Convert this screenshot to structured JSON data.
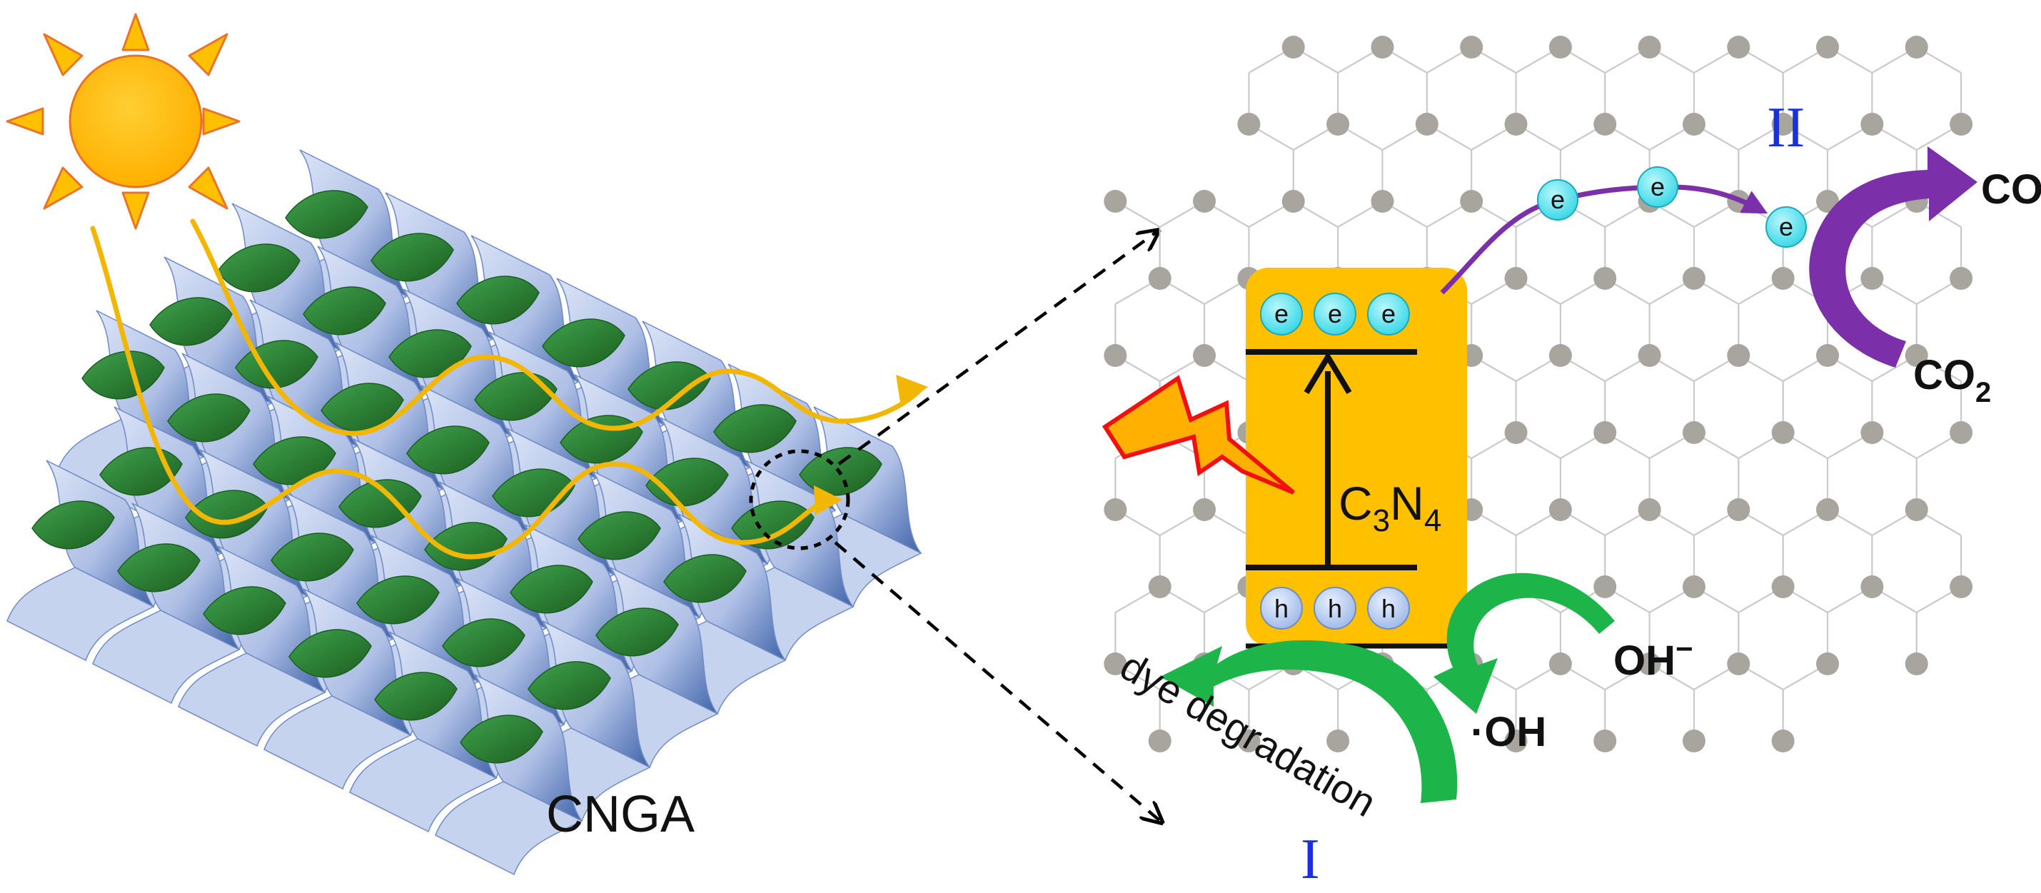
{
  "labels": {
    "cnga": "CNGA",
    "c3n4_c": "C",
    "c3n4_sub3": "3",
    "c3n4_n": "N",
    "c3n4_sub4": "4",
    "electron": "e",
    "hole": "h",
    "co": "CO",
    "co2_main": "CO",
    "co2_sub": "2",
    "oh_minus_main": "OH",
    "oh_minus_sup": "−",
    "oh_radical": "·OH",
    "dye_degradation": "dye degradation",
    "pathway_1": "I",
    "pathway_2": "II"
  },
  "colors": {
    "sun": "#FFC000",
    "sun_outline": "#E8742A",
    "light_path": "#F2B705",
    "graphene_sheet": "#B8C8EC",
    "graphene_sheet_dark": "#3E63A8",
    "c3n4_leaf": "#2E7D32",
    "c3n4_box": "#FFC000",
    "electron": "#4FE0EE",
    "hole": "#B9CDF2",
    "atom": "#A8A49E",
    "purple_arrow": "#7B2FA8",
    "green_arrow": "#1DB44A",
    "roman_numeral": "#1A2FE0",
    "lightning_fill": "#FFB000",
    "lightning_stroke": "#F01010"
  },
  "icons": {
    "sun": "sun-icon",
    "lightning": "lightning-bolt-icon"
  }
}
